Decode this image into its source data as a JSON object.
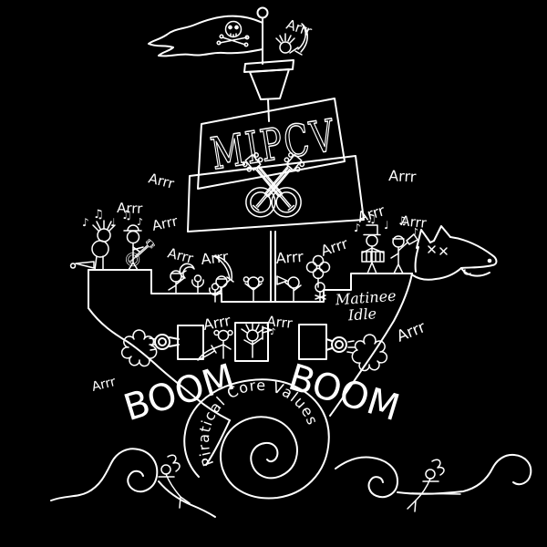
{
  "colors": {
    "background": "#000000",
    "ink": "#ffffff"
  },
  "texts": {
    "ship_name": "MIPCV",
    "arrr": "Arrr",
    "boom": "BOOM",
    "matinee_line1": "Matinee",
    "matinee_line2": "Idle",
    "spiral_label": "Piratical Core Values",
    "note_eighth": "♪",
    "note_beamed": "♫",
    "note_quarter": "♩"
  },
  "icons": [
    "jolly-roger-flag",
    "skull-and-crossbones",
    "crows-nest",
    "crossed-banjos",
    "cannon",
    "smoke-puff",
    "dog-figurehead",
    "mermaid",
    "wave-curl",
    "spiral-whirl",
    "music-notes",
    "stick-pirates"
  ]
}
